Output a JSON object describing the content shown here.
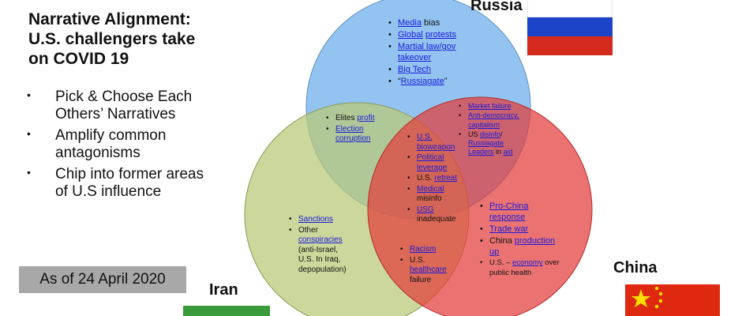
{
  "title": {
    "line1": "Narrative Alignment:",
    "line2": "U.S. challengers take",
    "line3": "on COVID 19"
  },
  "bullets": [
    {
      "line1": "Pick & Choose Each",
      "line2": "Others’ Narratives"
    },
    {
      "line1": "Amplify common",
      "line2": "antagonisms"
    },
    {
      "line1": "Chip into former areas",
      "line2": "of U.S influence"
    }
  ],
  "date_label": "As of 24 April 2020",
  "labels": {
    "russia": "Russia",
    "china": "China",
    "iran": "Iran"
  },
  "colors": {
    "russia_circle": "#7fb9ee",
    "china_circle": "#e23d3b",
    "iran_circle": "#b9c97a",
    "link": "#1a1adb",
    "date_box": "#a8a8a8"
  },
  "flags": {
    "russia": [
      "#ffffff",
      "#1b44c8",
      "#d52b1e"
    ],
    "china": "#de2910",
    "china_stars": "#ffde00",
    "iran_green": "#3b9b3b"
  },
  "regions": {
    "russia_only": [
      {
        "a": "Media",
        "b": " bias"
      },
      {
        "a": "Global",
        "b": " ",
        "c": "protests"
      },
      {
        "a": "Martial law/gov",
        "b": "",
        "c": "takeover"
      },
      {
        "a": "Big Tech"
      },
      {
        "a": "“",
        "b": "Russiagate",
        "c": "”"
      }
    ],
    "russia_iran": [
      {
        "a": "Elites ",
        "b": "profit"
      },
      {
        "a": "Election",
        "b": "corruption"
      }
    ],
    "russia_china": [
      {
        "a": "Market ",
        "b": "failure"
      },
      {
        "a": "Anti-democracy,",
        "b": "capitalism"
      },
      {
        "a": "US ",
        "b": "disinfo",
        "c": "/"
      },
      {
        "a": "Russiagate"
      },
      {
        "a": "Leaders",
        "b": " in ",
        "c": "aid"
      }
    ],
    "center": [
      {
        "a": "U.S.",
        "b": "bioweapon"
      },
      {
        "a": "Political",
        "b": "leverage"
      },
      {
        "a": "U.S. ",
        "b": "retreat"
      },
      {
        "a": "Medical",
        "b": "misinfo"
      },
      {
        "a": "USG",
        "b": "inadequate"
      }
    ],
    "iran_only": [
      {
        "a": "Sanctions"
      },
      {
        "a": "Other",
        "b": "conspiracies",
        "c": "(anti-Israel,",
        "d": "U.S. In Iraq,",
        "e": "depopulation)"
      }
    ],
    "iran_china": [
      {
        "a": "Racism"
      },
      {
        "a": "U.S.",
        "b": "healthcare",
        "c": "failure"
      }
    ],
    "china_only": [
      {
        "a": "Pro-China",
        "b": "response"
      },
      {
        "a": "Trade war"
      },
      {
        "a": "China ",
        "b": "production",
        "c": "up"
      },
      {
        "a": "U.S. – ",
        "b": "economy",
        "c": " over",
        "d": "public health"
      }
    ]
  }
}
